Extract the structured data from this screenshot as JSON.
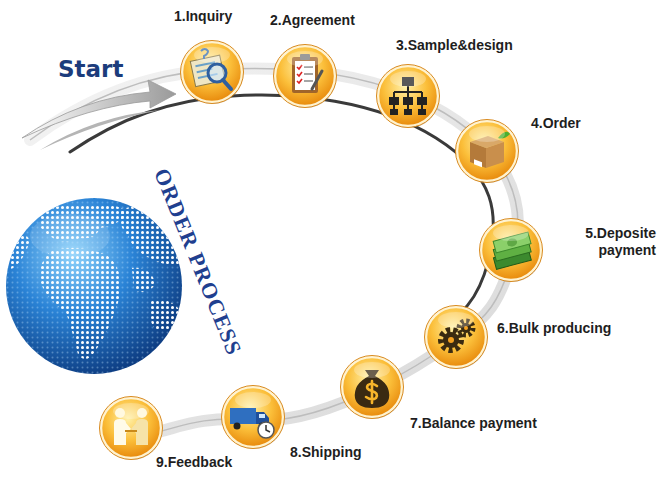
{
  "diagram": {
    "title": "ORDER PROCESS",
    "nodes": [
      {
        "text": [
          "1.Inquiry"
        ]
      },
      {
        "text": [
          "2.Agreement"
        ]
      },
      {
        "text": [
          "3.Sample&design"
        ]
      },
      {
        "text": [
          "4.Order"
        ]
      },
      {
        "text": [
          "5.Deposite payment"
        ]
      },
      {
        "text": [
          "6.Bulk producing"
        ]
      },
      {
        "text": [
          "7.Balance payment"
        ]
      },
      {
        "text": [
          "8.Shipping"
        ]
      },
      {
        "text": [
          "9.Feedback"
        ]
      }
    ],
    "labels": [
      "Start"
    ]
  }
}
